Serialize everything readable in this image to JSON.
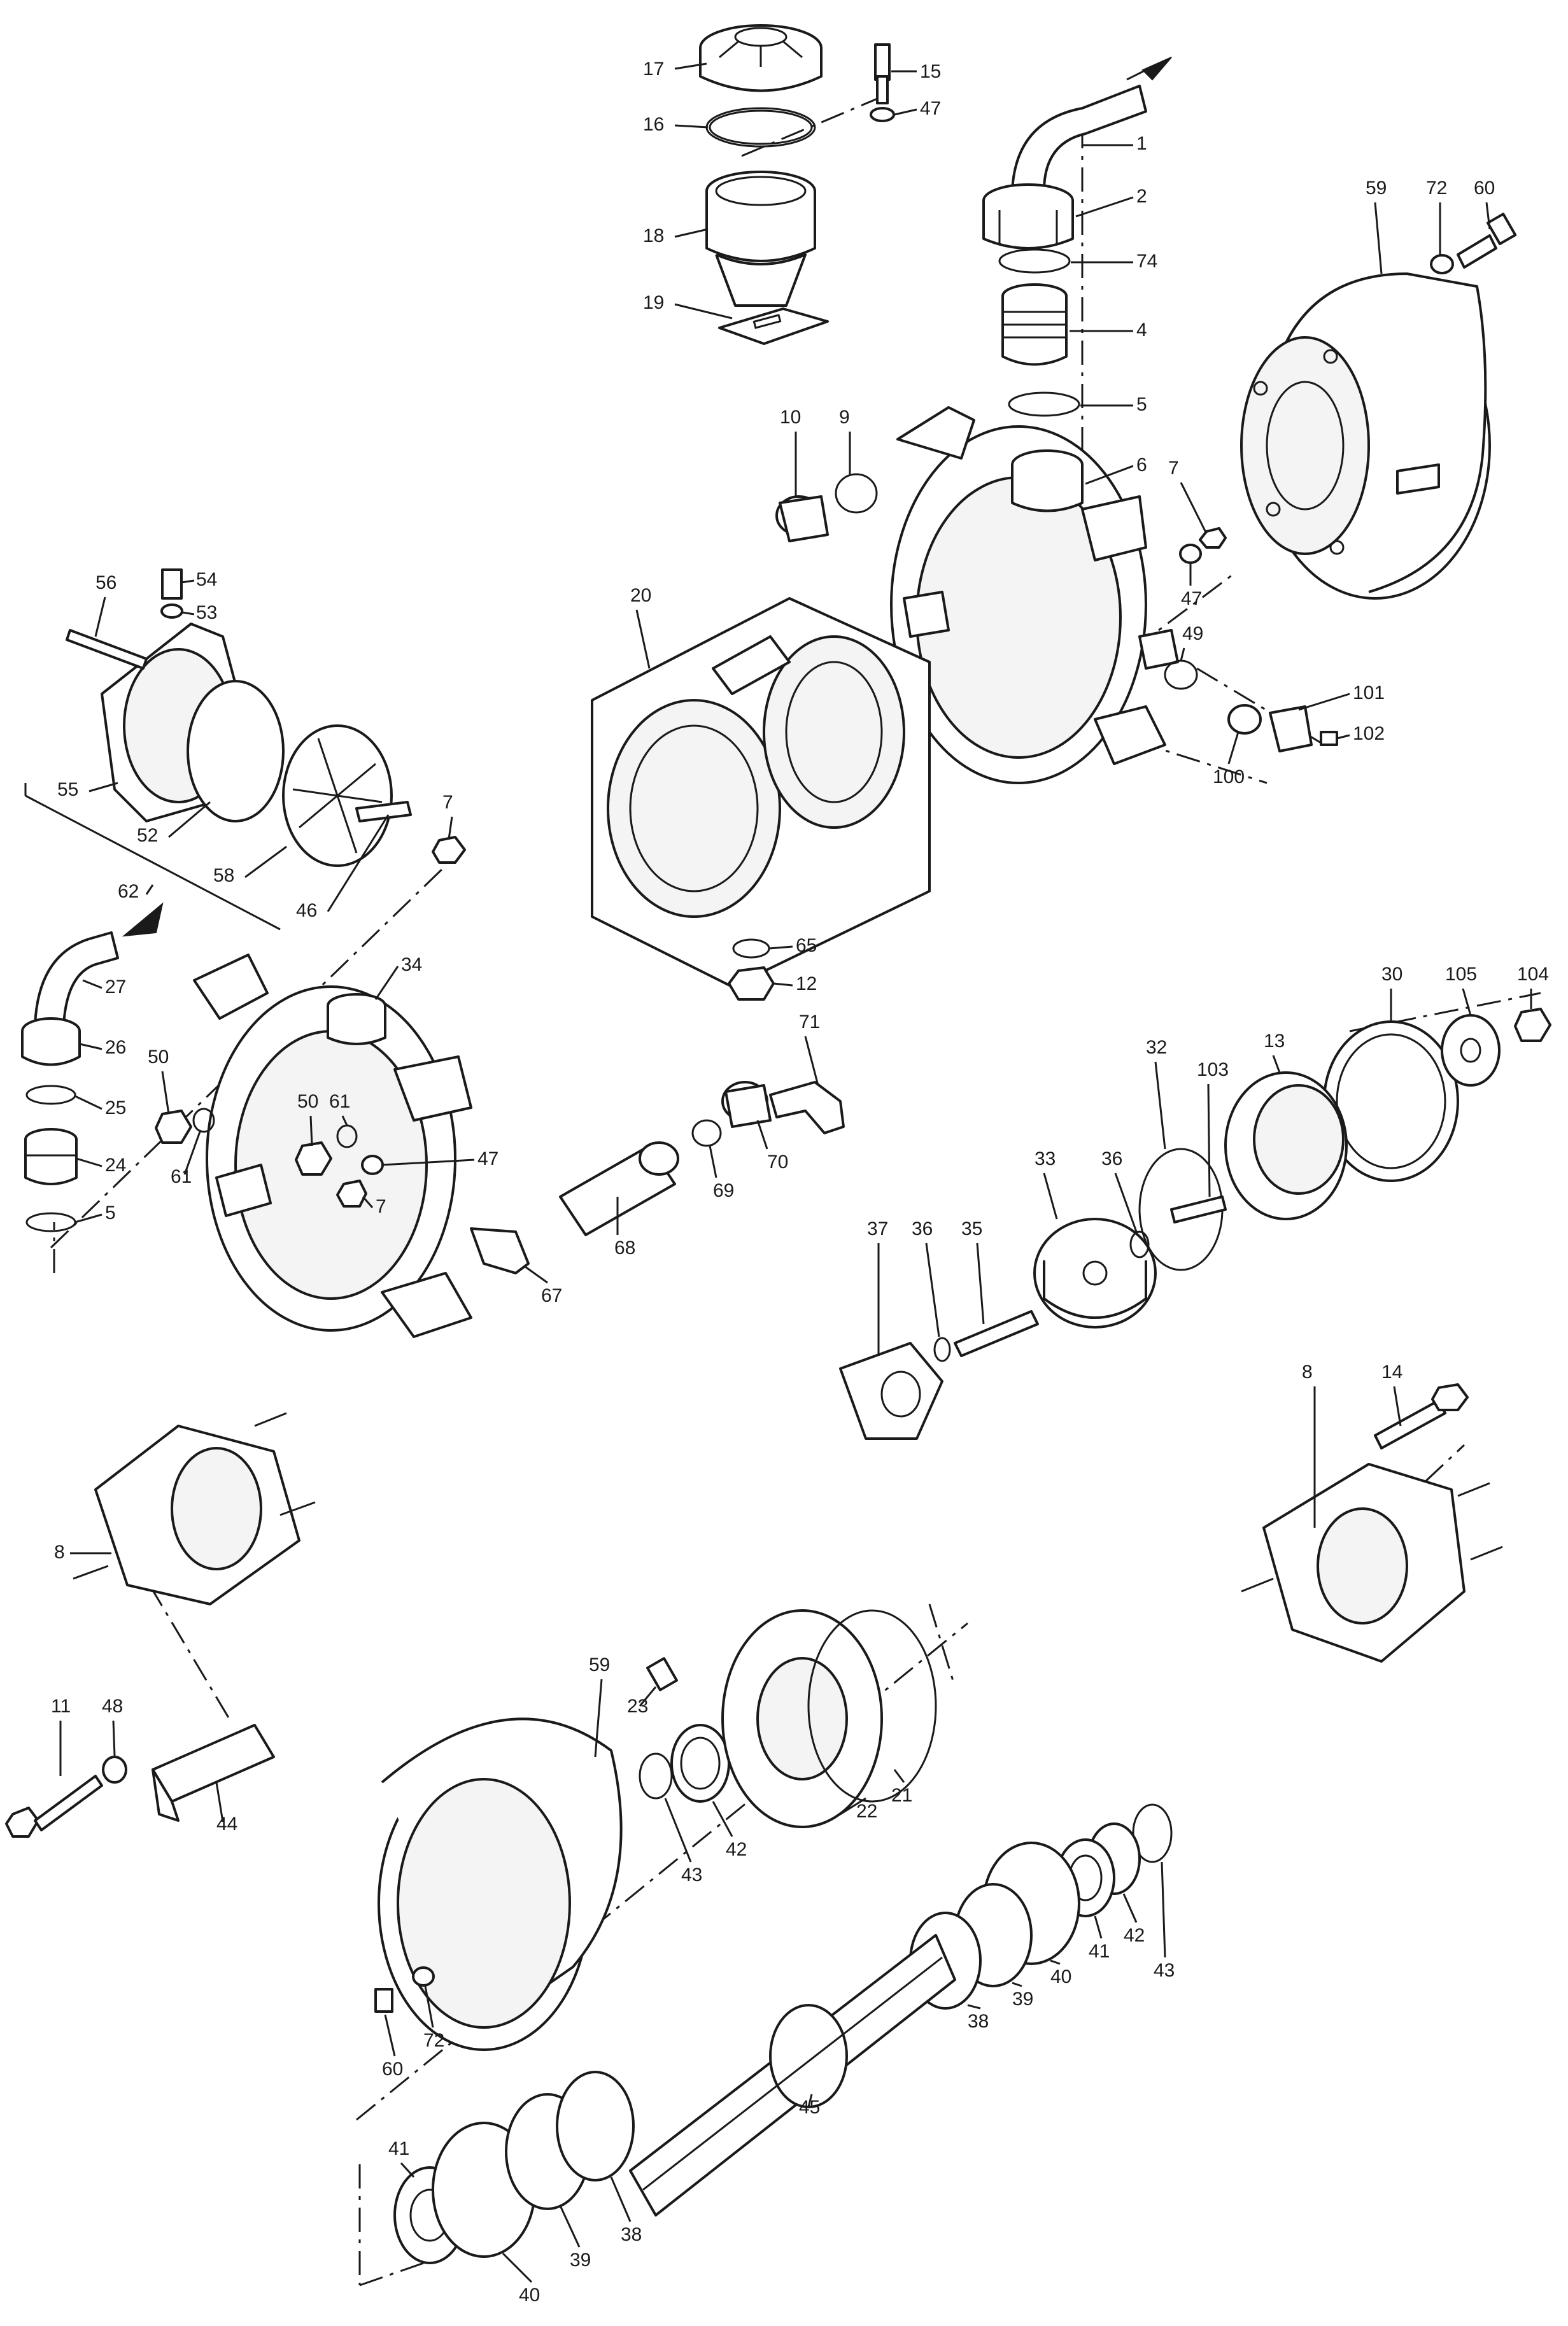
{
  "diagram": {
    "type": "exploded-parts-view",
    "callouts": [
      {
        "id": "c17",
        "label": "17"
      },
      {
        "id": "c15",
        "label": "15"
      },
      {
        "id": "c16",
        "label": "16"
      },
      {
        "id": "c47a",
        "label": "47"
      },
      {
        "id": "c18",
        "label": "18"
      },
      {
        "id": "c19",
        "label": "19"
      },
      {
        "id": "c1",
        "label": "1"
      },
      {
        "id": "c2",
        "label": "2"
      },
      {
        "id": "c74",
        "label": "74"
      },
      {
        "id": "c4",
        "label": "4"
      },
      {
        "id": "c5a",
        "label": "5"
      },
      {
        "id": "c6",
        "label": "6"
      },
      {
        "id": "c10",
        "label": "10"
      },
      {
        "id": "c9",
        "label": "9"
      },
      {
        "id": "c59a",
        "label": "59"
      },
      {
        "id": "c72a",
        "label": "72"
      },
      {
        "id": "c60a",
        "label": "60"
      },
      {
        "id": "c7a",
        "label": "7"
      },
      {
        "id": "c47b",
        "label": "47"
      },
      {
        "id": "c49",
        "label": "49"
      },
      {
        "id": "c101",
        "label": "101"
      },
      {
        "id": "c102",
        "label": "102"
      },
      {
        "id": "c100",
        "label": "100"
      },
      {
        "id": "c56",
        "label": "56"
      },
      {
        "id": "c54",
        "label": "54"
      },
      {
        "id": "c53",
        "label": "53"
      },
      {
        "id": "c20",
        "label": "20"
      },
      {
        "id": "c55",
        "label": "55"
      },
      {
        "id": "c52",
        "label": "52"
      },
      {
        "id": "c7b",
        "label": "7"
      },
      {
        "id": "c62",
        "label": "62"
      },
      {
        "id": "c58",
        "label": "58"
      },
      {
        "id": "c46",
        "label": "46"
      },
      {
        "id": "c65",
        "label": "65"
      },
      {
        "id": "c12",
        "label": "12"
      },
      {
        "id": "c27",
        "label": "27"
      },
      {
        "id": "c34",
        "label": "34"
      },
      {
        "id": "c26",
        "label": "26"
      },
      {
        "id": "c50a",
        "label": "50"
      },
      {
        "id": "c25",
        "label": "25"
      },
      {
        "id": "c50b",
        "label": "50"
      },
      {
        "id": "c61a",
        "label": "61"
      },
      {
        "id": "c24",
        "label": "24"
      },
      {
        "id": "c61b",
        "label": "61"
      },
      {
        "id": "c47c",
        "label": "47"
      },
      {
        "id": "c7c",
        "label": "7"
      },
      {
        "id": "c5b",
        "label": "5"
      },
      {
        "id": "c71",
        "label": "71"
      },
      {
        "id": "c70",
        "label": "70"
      },
      {
        "id": "c69",
        "label": "69"
      },
      {
        "id": "c68",
        "label": "68"
      },
      {
        "id": "c67",
        "label": "67"
      },
      {
        "id": "c30",
        "label": "30"
      },
      {
        "id": "c105",
        "label": "105"
      },
      {
        "id": "c104",
        "label": "104"
      },
      {
        "id": "c13",
        "label": "13"
      },
      {
        "id": "c32",
        "label": "32"
      },
      {
        "id": "c103",
        "label": "103"
      },
      {
        "id": "c33",
        "label": "33"
      },
      {
        "id": "c36a",
        "label": "36"
      },
      {
        "id": "c37",
        "label": "37"
      },
      {
        "id": "c36b",
        "label": "36"
      },
      {
        "id": "c35",
        "label": "35"
      },
      {
        "id": "c8a",
        "label": "8"
      },
      {
        "id": "c14",
        "label": "14"
      },
      {
        "id": "c8b",
        "label": "8"
      },
      {
        "id": "c11",
        "label": "11"
      },
      {
        "id": "c48",
        "label": "48"
      },
      {
        "id": "c44",
        "label": "44"
      },
      {
        "id": "c59b",
        "label": "59"
      },
      {
        "id": "c23",
        "label": "23"
      },
      {
        "id": "c43a",
        "label": "43"
      },
      {
        "id": "c42a",
        "label": "42"
      },
      {
        "id": "c22",
        "label": "22"
      },
      {
        "id": "c21",
        "label": "21"
      },
      {
        "id": "c41a",
        "label": "41"
      },
      {
        "id": "c42b",
        "label": "42"
      },
      {
        "id": "c43b",
        "label": "43"
      },
      {
        "id": "c40a",
        "label": "40"
      },
      {
        "id": "c39a",
        "label": "39"
      },
      {
        "id": "c38a",
        "label": "38"
      },
      {
        "id": "c60b",
        "label": "60"
      },
      {
        "id": "c72b",
        "label": "72"
      },
      {
        "id": "c45",
        "label": "45"
      },
      {
        "id": "c41b",
        "label": "41"
      },
      {
        "id": "c38b",
        "label": "38"
      },
      {
        "id": "c39b",
        "label": "39"
      },
      {
        "id": "c40b",
        "label": "40"
      }
    ]
  }
}
